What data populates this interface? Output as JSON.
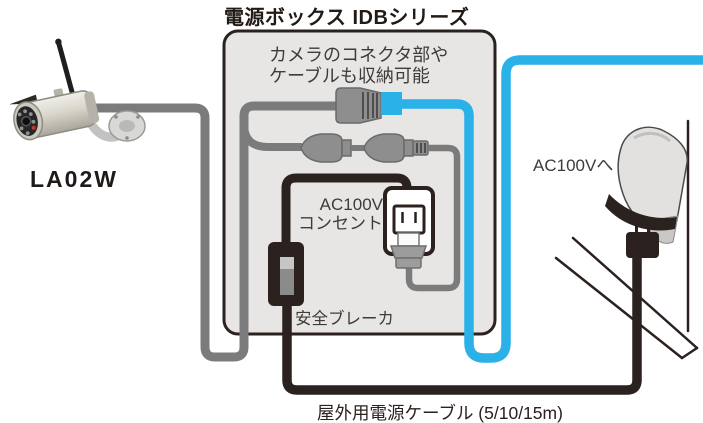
{
  "diagram": {
    "title": "電源ボックス IDBシリーズ",
    "camera": {
      "model": "LA02W"
    },
    "power_box": {
      "note_line1": "カメラのコネクタ部や",
      "note_line2": "ケーブルも収納可能",
      "outlet_label_line1": "AC100V",
      "outlet_label_line2": "コンセント",
      "breaker_label": "安全ブレーカ"
    },
    "wall_outlet_label": "AC100Vへ",
    "outdoor_cable_label": "屋外用電源ケーブル (5/10/15m)"
  },
  "colors": {
    "accent": "#29b1e8",
    "cable-gray": "#7b7b7b",
    "line-dark": "#2b211e",
    "box-fill": "#e8e6e4",
    "text-dark": "#3f3b38"
  }
}
